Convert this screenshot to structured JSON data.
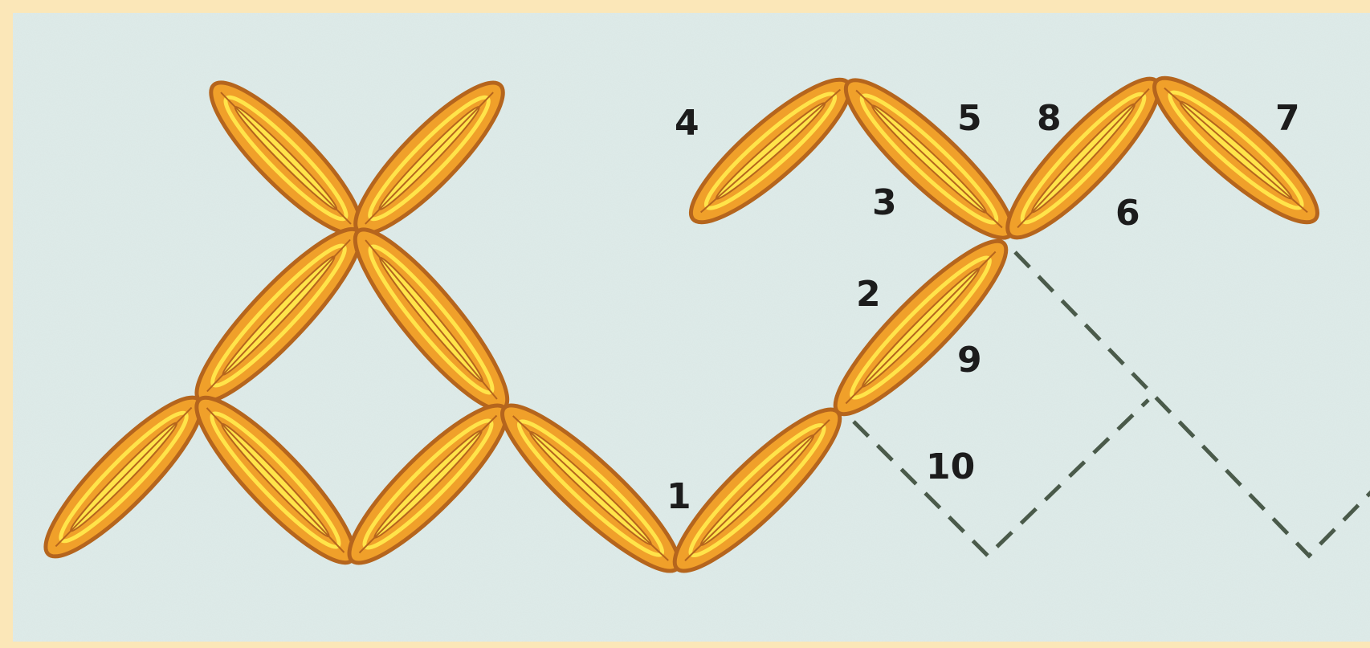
{
  "diagram": {
    "colors": {
      "background": "#dfecea",
      "frame": "#fbe7b8",
      "petal_fill": "#f0a02a",
      "petal_outline": "#b5651d",
      "petal_highlight": "#ffe44a",
      "guide_line": "#4a5a4a",
      "label": "#1c1c1c"
    },
    "step_labels": [
      "1",
      "2",
      "3",
      "4",
      "5",
      "6",
      "7",
      "8",
      "9",
      "10"
    ],
    "icon": "leaf-stitch-petal"
  }
}
